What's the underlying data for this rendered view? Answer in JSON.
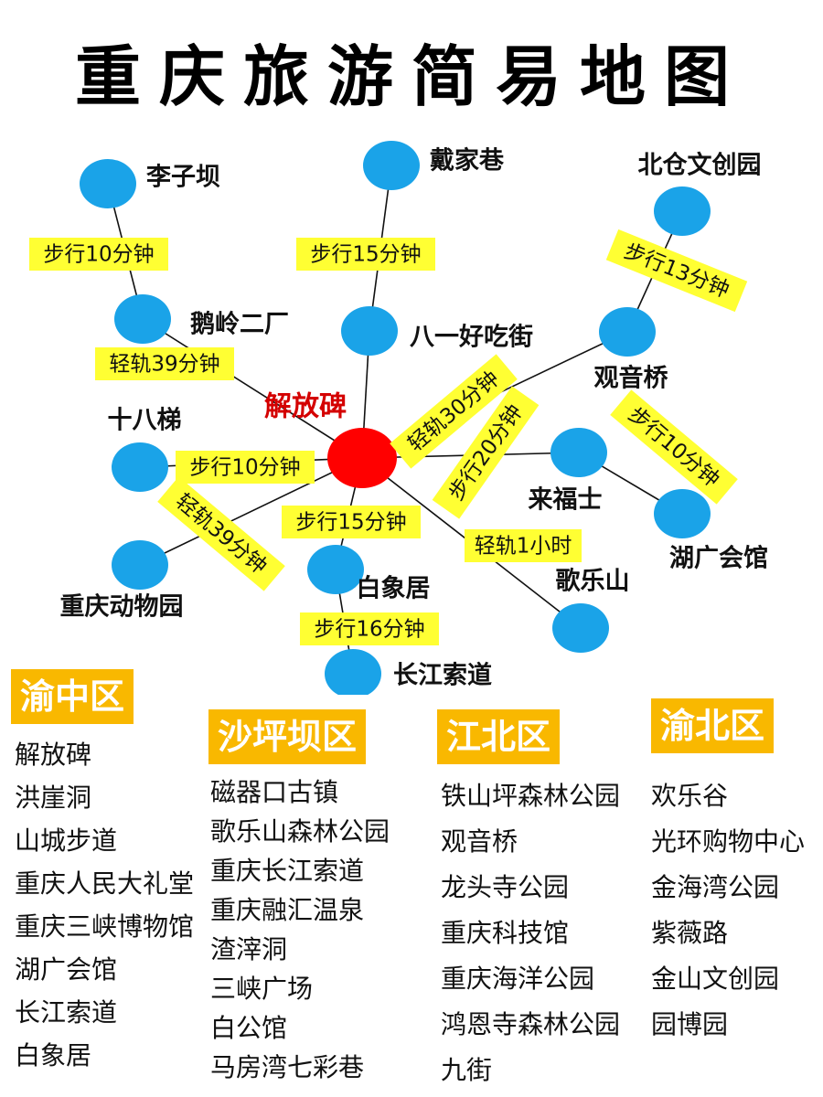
{
  "title": "重庆旅游简易地图",
  "colors": {
    "node": "#1aa3e8",
    "center": "#ff0000",
    "route_label_bg": "#ffff33",
    "badge": "#f9b800",
    "center_label": "#d40000"
  },
  "map": {
    "center": {
      "id": "jiefangbei",
      "label": "解放碑"
    },
    "nodes": [
      {
        "id": "lizib",
        "label": "李子坝"
      },
      {
        "id": "eling",
        "label": "鹅岭二厂"
      },
      {
        "id": "daijia",
        "label": "戴家巷"
      },
      {
        "id": "bayi",
        "label": "八一好吃街"
      },
      {
        "id": "beicang",
        "label": "北仓文创园"
      },
      {
        "id": "guanyin",
        "label": "观音桥"
      },
      {
        "id": "shiba",
        "label": "十八梯"
      },
      {
        "id": "laifu",
        "label": "来福士"
      },
      {
        "id": "huguang",
        "label": "湖广会馆"
      },
      {
        "id": "zoo",
        "label": "重庆动物园"
      },
      {
        "id": "baixiang",
        "label": "白象居"
      },
      {
        "id": "gele",
        "label": "歌乐山"
      },
      {
        "id": "suodao",
        "label": "长江索道"
      }
    ],
    "routes": [
      {
        "id": "lizib-eling",
        "label": "步行10分钟"
      },
      {
        "id": "eling-center",
        "label": "轻轨39分钟"
      },
      {
        "id": "daijia-bayi",
        "label": "步行15分钟"
      },
      {
        "id": "beicang-guanyin",
        "label": "步行13分钟"
      },
      {
        "id": "guanyin-center",
        "label": "轻轨30分钟"
      },
      {
        "id": "laifu-center",
        "label": "步行20分钟"
      },
      {
        "id": "laifu-huguang",
        "label": "步行10分钟"
      },
      {
        "id": "shiba-center",
        "label": "步行10分钟"
      },
      {
        "id": "zoo-center",
        "label": "轻轨39分钟"
      },
      {
        "id": "baixiang-center",
        "label": "步行15分钟"
      },
      {
        "id": "gele-center",
        "label": "轻轨1小时"
      },
      {
        "id": "baixiang-suodao",
        "label": "步行16分钟"
      }
    ]
  },
  "districts": [
    {
      "id": "yuzhong",
      "name": "渝中区",
      "places": [
        "解放碑",
        "洪崖洞",
        "山城步道",
        "重庆人民大礼堂",
        "重庆三峡博物馆",
        "湖广会馆",
        "长江索道",
        "白象居"
      ]
    },
    {
      "id": "shapingba",
      "name": "沙坪坝区",
      "places": [
        "磁器口古镇",
        "歌乐山森林公园",
        "重庆长江索道",
        "重庆融汇温泉",
        "渣滓洞",
        "三峡广场",
        "白公馆",
        "马房湾七彩巷"
      ]
    },
    {
      "id": "jiangbei",
      "name": "江北区",
      "places": [
        "铁山坪森林公园",
        "观音桥",
        "龙头寺公园",
        "重庆科技馆",
        "重庆海洋公园",
        "鸿恩寺森林公园",
        "九街"
      ]
    },
    {
      "id": "yubei",
      "name": "渝北区",
      "places": [
        "欢乐谷",
        "光环购物中心",
        "金海湾公园",
        "紫薇路",
        "金山文创园",
        "园博园"
      ]
    }
  ]
}
